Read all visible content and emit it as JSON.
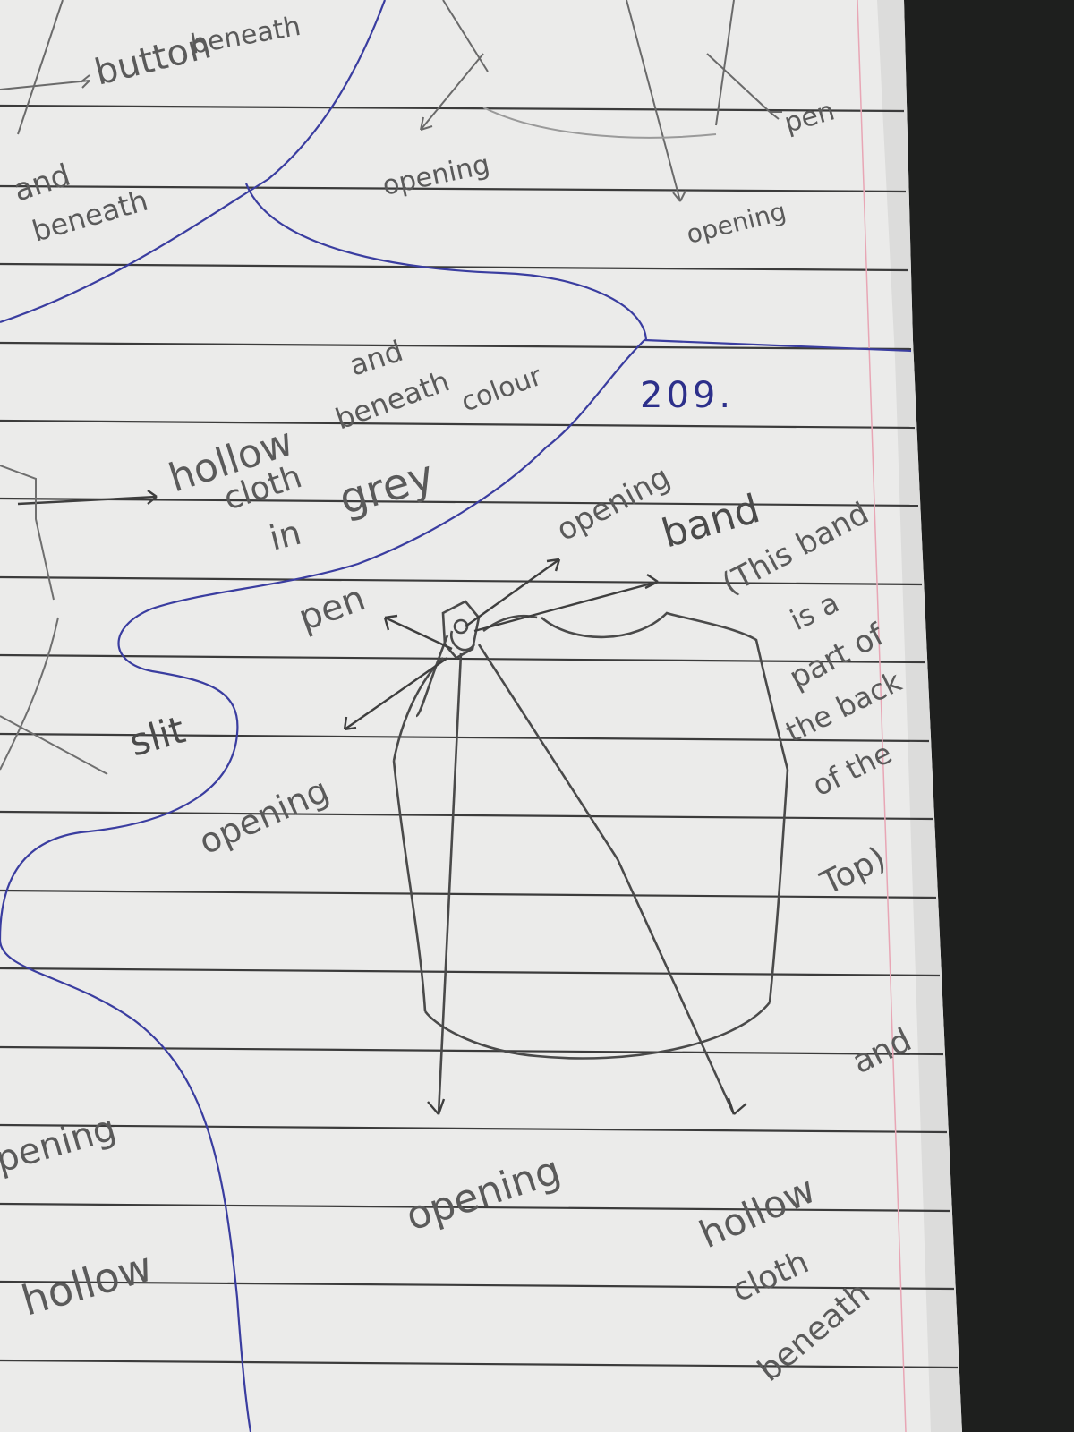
{
  "page": {
    "page_number": "209.",
    "colors": {
      "paper": "#ececeb",
      "rule_line": "#3d3d3d",
      "margin_line": "#e8a6b5",
      "blue_ink": "#2c2f8a",
      "pencil": "#555555",
      "background": "#1e1f1e"
    }
  },
  "labels": {
    "top_button": "button",
    "top_beneath": "beneath",
    "top_opening_1": "opening",
    "top_opening_2": "opening",
    "top_pen": "pen",
    "top_left_and": "and",
    "top_left_beneath": "beneath",
    "center_hollow": "hollow",
    "center_cloth": "cloth",
    "center_and": "and",
    "center_beneath": "beneath",
    "center_colour": "colour",
    "center_in": "in",
    "center_grey": "grey",
    "center_pen": "pen",
    "opening_top": "opening",
    "band": "band",
    "note_1": "(This band",
    "note_2": "is a",
    "note_3": "part of",
    "note_4": "the back",
    "note_5": "of the",
    "note_6": "Top)",
    "slit": "slit",
    "opening_left": "opening",
    "opening_bottom": "opening",
    "bottom_hollow": "hollow",
    "bottom_cloth": "cloth",
    "bottom_and": "and",
    "bottom_beneath": "beneath",
    "left_opening": "pening",
    "left_hollow": "hollow"
  },
  "icons": {
    "sketch": "garment-sketch-icon",
    "arrows": "arrow-icon"
  }
}
